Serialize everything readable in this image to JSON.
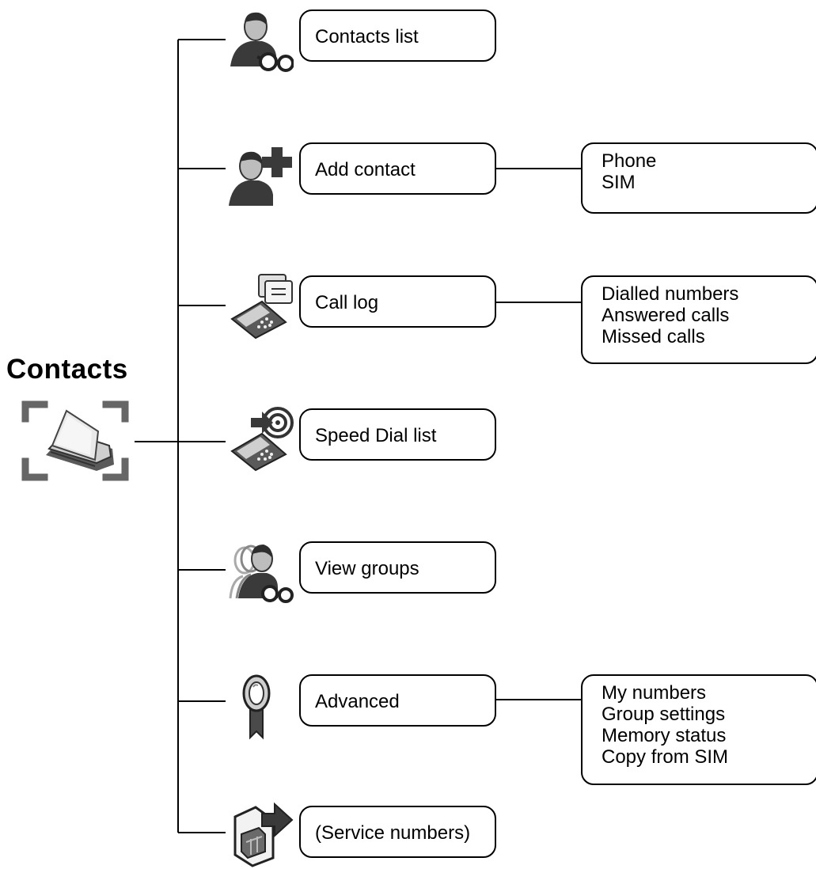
{
  "root": {
    "title": "Contacts",
    "icon": "contacts-book-icon"
  },
  "menu_items": [
    {
      "label": "Contacts list",
      "icon": "contact-glasses-icon",
      "sub_items": []
    },
    {
      "label": "Add contact",
      "icon": "add-contact-icon",
      "sub_items": [
        "Phone",
        "SIM"
      ]
    },
    {
      "label": "Call log",
      "icon": "phone-call-log-icon",
      "sub_items": [
        "Dialled numbers",
        "Answered calls",
        "Missed calls"
      ]
    },
    {
      "label": "Speed Dial list",
      "icon": "phone-speed-dial-icon",
      "sub_items": []
    },
    {
      "label": "View groups",
      "icon": "contact-groups-icon",
      "sub_items": []
    },
    {
      "label": "Advanced",
      "icon": "ribbon-badge-icon",
      "sub_items": [
        "My numbers",
        "Group settings",
        "Memory status",
        "Copy from SIM"
      ]
    },
    {
      "label": "(Service numbers)",
      "icon": "sim-card-arrow-icon",
      "sub_items": []
    }
  ],
  "colors": {
    "line": "#000000",
    "icon_dark": "#3a3a3a",
    "icon_mid": "#8a8a8a",
    "icon_light": "#d4d4d4"
  }
}
